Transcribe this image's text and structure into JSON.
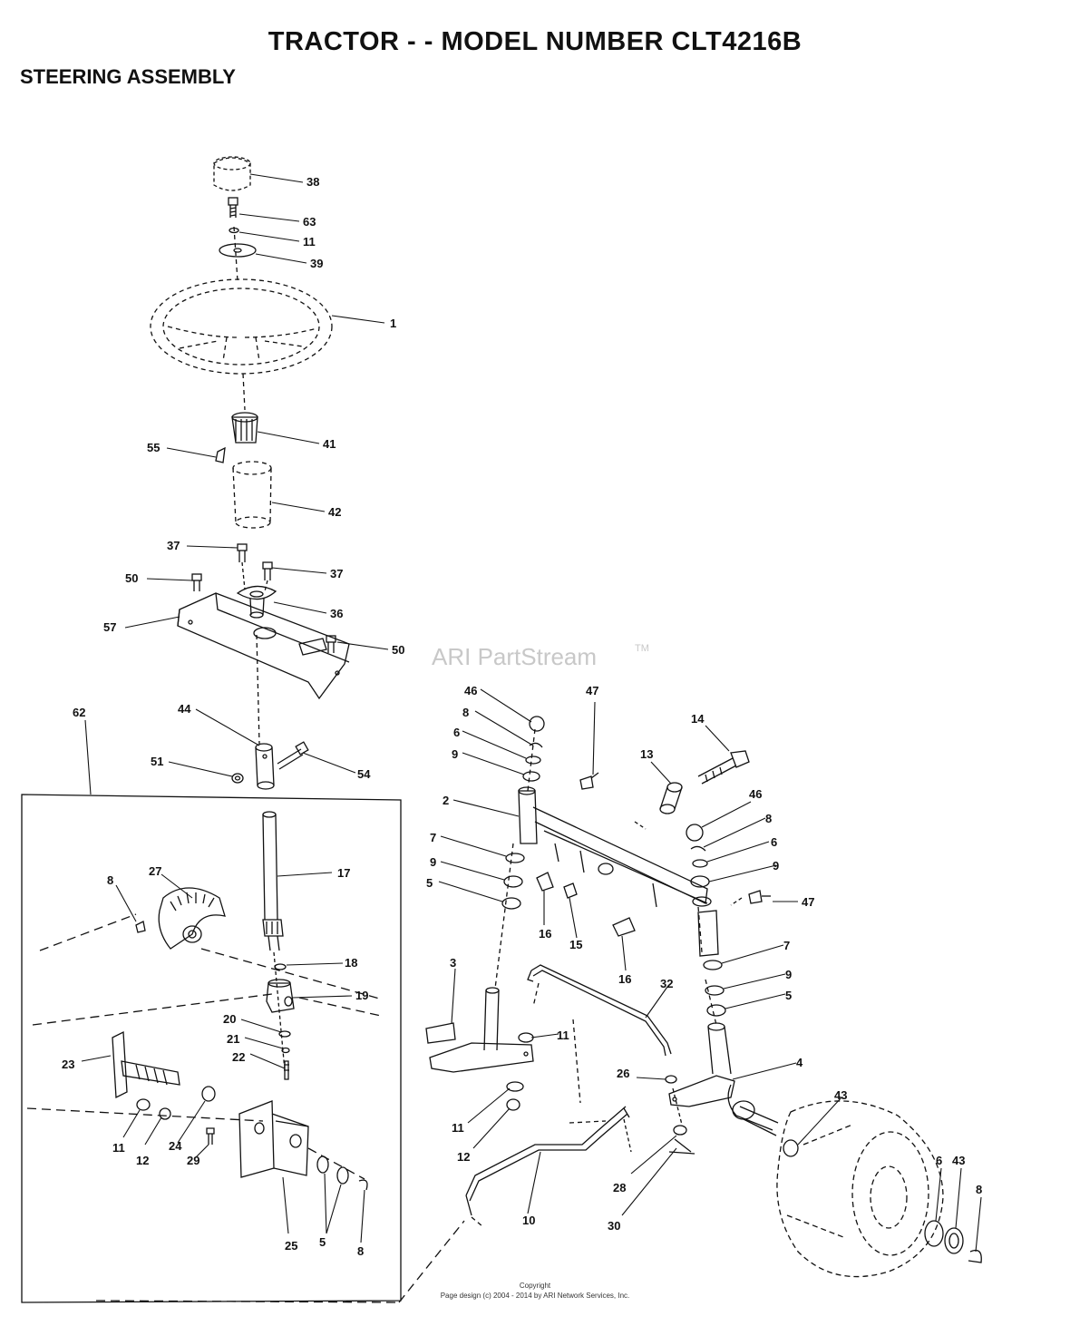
{
  "header": {
    "title": "TRACTOR - - MODEL NUMBER CLT4216B",
    "subtitle": "STEERING ASSEMBLY"
  },
  "watermark": {
    "text": "ARI PartStream",
    "mark": "TM"
  },
  "footer": {
    "line1": "Copyright",
    "line2": "Page design (c) 2004 - 2014 by ARI Network Services, Inc."
  },
  "callouts": {
    "c38": "38",
    "c63": "63",
    "c11a": "11",
    "c39": "39",
    "c1": "1",
    "c41": "41",
    "c55": "55",
    "c42": "42",
    "c37a": "37",
    "c37b": "37",
    "c50a": "50",
    "c36": "36",
    "c57": "57",
    "c50b": "50",
    "c62": "62",
    "c44": "44",
    "c51": "51",
    "c54": "54",
    "c17": "17",
    "c8a": "8",
    "c27": "27",
    "c18": "18",
    "c19": "19",
    "c20": "20",
    "c21": "21",
    "c22": "22",
    "c23": "23",
    "c11b": "11",
    "c12a": "12",
    "c24": "24",
    "c29": "29",
    "c25": "25",
    "c5a": "5",
    "c8b": "8",
    "c46a": "46",
    "c8c": "8",
    "c6a": "6",
    "c9a": "9",
    "c47a": "47",
    "c14": "14",
    "c13": "13",
    "c2": "2",
    "c7a": "7",
    "c9b": "9",
    "c5b": "5",
    "c16a": "16",
    "c15": "15",
    "c16b": "16",
    "c46b": "46",
    "c8d": "8",
    "c6b": "6",
    "c9c": "9",
    "c47b": "47",
    "c7b": "7",
    "c9d": "9",
    "c5c": "5",
    "c3": "3",
    "c11c": "11",
    "c32": "32",
    "c4": "4",
    "c26": "26",
    "c11d": "11",
    "c12b": "12",
    "c43a": "43",
    "c28": "28",
    "c10": "10",
    "c30": "30",
    "c6c": "6",
    "c43b": "43",
    "c8e": "8"
  }
}
